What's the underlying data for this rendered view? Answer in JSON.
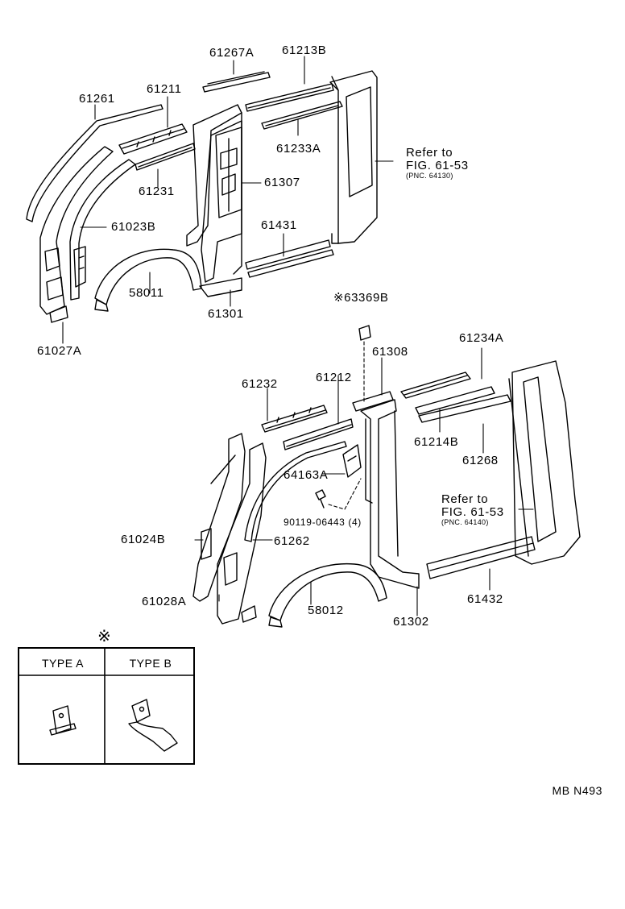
{
  "labels": {
    "p61267A": "61267A",
    "p61213B": "61213B",
    "p61261": "61261",
    "p61211": "61211",
    "p61233A": "61233A",
    "p61307": "61307",
    "p61231": "61231",
    "p61023B": "61023B",
    "p61431": "61431",
    "p58011": "58011",
    "p61301": "61301",
    "p61027A": "61027A",
    "p63369B": "63369B",
    "p61308": "61308",
    "p61234A": "61234A",
    "p61232": "61232",
    "p61212": "61212",
    "p61214B": "61214B",
    "p64163A": "64163A",
    "p61268": "61268",
    "p90119": "90119-06443",
    "p90119_qty": "(4)",
    "p61024B": "61024B",
    "p61262": "61262",
    "p61028A": "61028A",
    "p58012": "58012",
    "p61302": "61302",
    "p61432": "61432"
  },
  "refs": {
    "upper": {
      "line1": "Refer to",
      "line2": "FIG. 61-53",
      "pnc": "(PNC. 64130)"
    },
    "lower": {
      "line1": "Refer to",
      "line2": "FIG. 61-53",
      "pnc": "(PNC. 64140)"
    }
  },
  "marker_symbol": "※",
  "legend": {
    "symbol": "※",
    "type_a": "TYPE A",
    "type_b": "TYPE B"
  },
  "drawing_code": "MB N493"
}
